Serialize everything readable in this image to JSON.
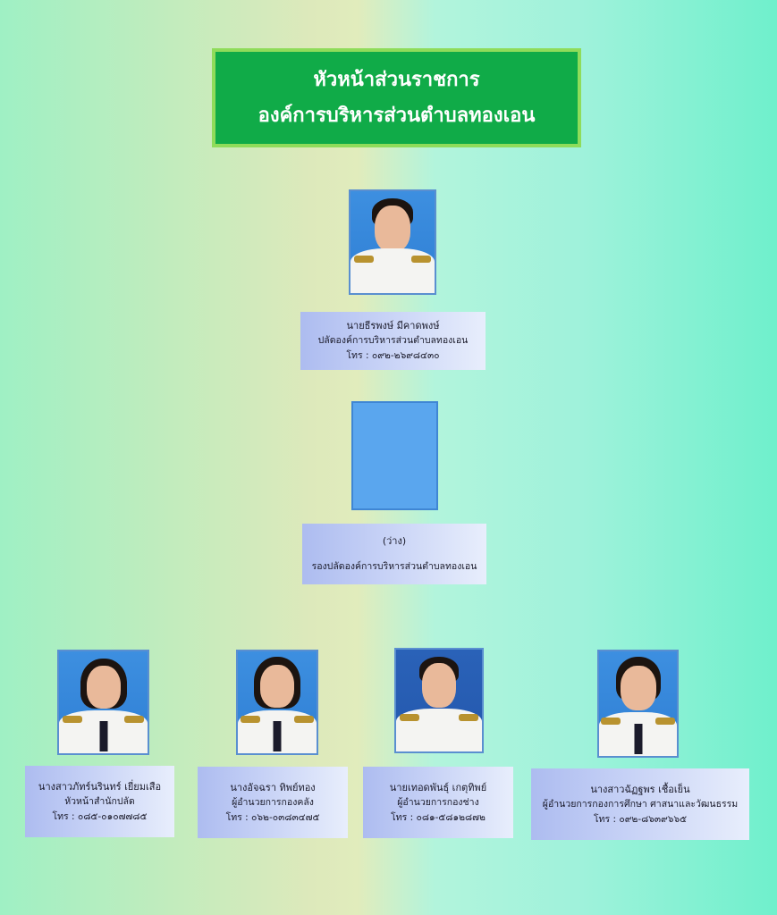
{
  "header": {
    "line1": "หัวหน้าส่วนราชการ",
    "line2": "องค์การบริหารส่วนตำบลทองเอน"
  },
  "chief": {
    "name": "นายธีรพงษ์   มีคาดพงษ์",
    "position": "ปลัดองค์การบริหารส่วนตำบลทองเอน",
    "phone": "โทร : ๐๙๒-๒๖๙๘๔๓๐"
  },
  "deputy": {
    "name": "(ว่าง)",
    "position": "รองปลัดองค์การบริหารส่วนตำบลทองเอน"
  },
  "staff": [
    {
      "name": "นางสาวภัทร์นรินทร์  เยี่ยมเสือ",
      "position": "หัวหน้าสำนักปลัด",
      "phone": "โทร : ๐๘๕-๐๑๐๗๗๘๕"
    },
    {
      "name": "นางอัจฉรา   ทิพย์ทอง",
      "position": "ผู้อำนวยการกองคลัง",
      "phone": "โทร : ๐๖๒-๐๓๘๓๔๗๕"
    },
    {
      "name": "นายเทอดพันธุ์  เกตุทิพย์",
      "position": "ผู้อำนวยการกองช่าง",
      "phone": "โทร : ๐๘๑-๕๘๑๒๘๗๒"
    },
    {
      "name": "นางสาวฉัฏฐพร  เชื้อเย็น",
      "position": "ผู้อำนวยการกองการศึกษา ศาสนาและวัฒนธรรม",
      "phone": "โทร : ๐๙๒-๘๖๓๙๖๖๕"
    }
  ],
  "colors": {
    "header_bg": "#10ab48",
    "header_border": "#8fdc5a",
    "vacant_photo": "#5aa6ee"
  }
}
